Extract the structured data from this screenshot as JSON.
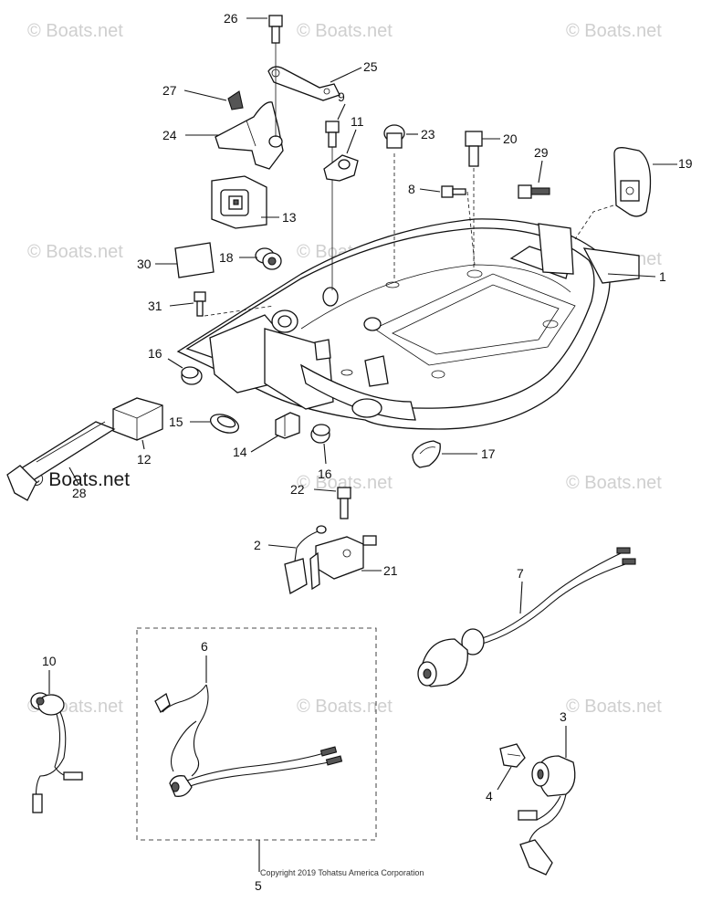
{
  "watermark": "© Boats.net",
  "copyright": "Copyright 2019 Tohatsu America Corporation",
  "callouts": {
    "n1": "1",
    "n2": "2",
    "n3": "3",
    "n4": "4",
    "n5": "5",
    "n6": "6",
    "n7": "7",
    "n8": "8",
    "n9": "9",
    "n10": "10",
    "n11": "11",
    "n12": "12",
    "n13": "13",
    "n14": "14",
    "n15": "15",
    "n16a": "16",
    "n16b": "16",
    "n17": "17",
    "n18": "18",
    "n19": "19",
    "n20": "20",
    "n21": "21",
    "n22": "22",
    "n23": "23",
    "n24": "24",
    "n25": "25",
    "n26": "26",
    "n27": "27",
    "n28": "28",
    "n29": "29",
    "n30": "30",
    "n31": "31"
  }
}
